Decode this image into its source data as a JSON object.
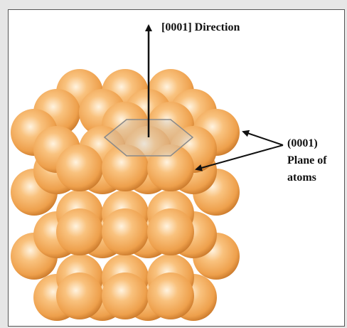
{
  "labels": {
    "direction": "[0001] Direction",
    "plane_line1": "(0001)",
    "plane_line2": "Plane of",
    "plane_line3": "atoms"
  },
  "colors": {
    "atom_highlight": "#fff3df",
    "atom_mid": "#f9c27e",
    "atom_base": "#eea04c",
    "atom_shadow": "#c9782a",
    "hexagon_outline": "#8a8a8a",
    "arrow": "#111111"
  }
}
